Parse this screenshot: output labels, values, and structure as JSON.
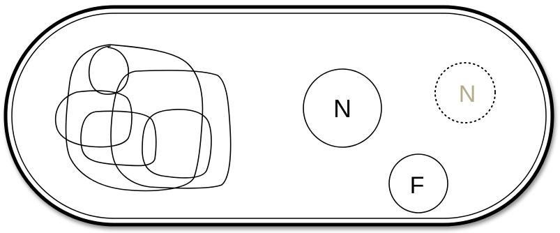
{
  "diagram": {
    "nodes": [
      {
        "label": "N",
        "style": "solid",
        "text_color": "#000000"
      },
      {
        "label": "N",
        "style": "dotted",
        "text_color": "#b5ab8a"
      },
      {
        "label": "F",
        "style": "solid",
        "text_color": "#000000"
      }
    ],
    "scribble": {
      "description_icon": "scribble-loops-icon"
    },
    "colors": {
      "stroke": "#000000",
      "background": "#ffffff",
      "faded_text": "#b5ab8a",
      "shadow": "#9a9a9a"
    }
  }
}
